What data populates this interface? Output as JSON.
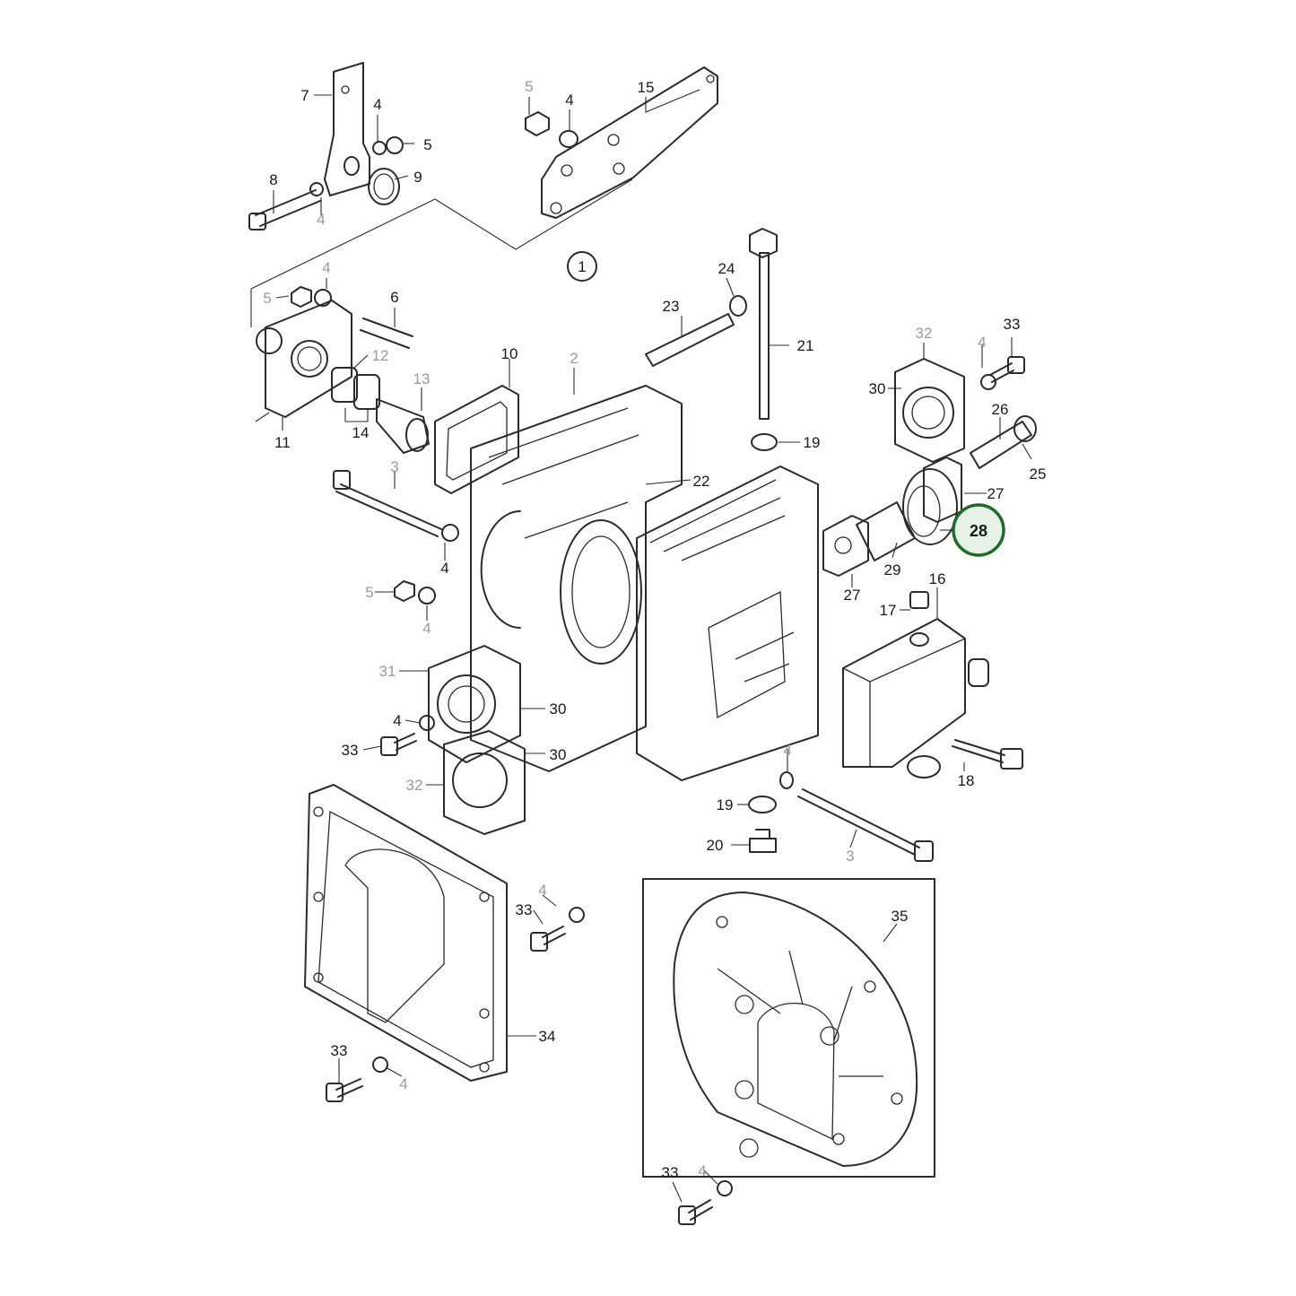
{
  "diagram": {
    "group_marker": "1",
    "highlight": {
      "label": "28",
      "color": "#1e6b2a",
      "fill": "#e6f2e6"
    },
    "labels": [
      {
        "id": "p7",
        "text": "7"
      },
      {
        "id": "p5a",
        "text": "5"
      },
      {
        "id": "p4a",
        "text": "4"
      },
      {
        "id": "p15",
        "text": "15"
      },
      {
        "id": "p4b",
        "text": "4"
      },
      {
        "id": "p5b",
        "text": "5"
      },
      {
        "id": "p8",
        "text": "8"
      },
      {
        "id": "p9",
        "text": "9"
      },
      {
        "id": "p4c",
        "text": "4"
      },
      {
        "id": "p4d",
        "text": "4"
      },
      {
        "id": "p5c",
        "text": "5"
      },
      {
        "id": "p6",
        "text": "6"
      },
      {
        "id": "p24",
        "text": "24"
      },
      {
        "id": "p23",
        "text": "23"
      },
      {
        "id": "p21",
        "text": "21"
      },
      {
        "id": "p32a",
        "text": "32"
      },
      {
        "id": "p4e",
        "text": "4"
      },
      {
        "id": "p33a",
        "text": "33"
      },
      {
        "id": "p12",
        "text": "12"
      },
      {
        "id": "p10",
        "text": "10"
      },
      {
        "id": "p2",
        "text": "2"
      },
      {
        "id": "p13",
        "text": "13"
      },
      {
        "id": "p30a",
        "text": "30"
      },
      {
        "id": "p26",
        "text": "26"
      },
      {
        "id": "p11",
        "text": "11"
      },
      {
        "id": "p14",
        "text": "14"
      },
      {
        "id": "p19a",
        "text": "19"
      },
      {
        "id": "p25",
        "text": "25"
      },
      {
        "id": "p3a",
        "text": "3"
      },
      {
        "id": "p22",
        "text": "22"
      },
      {
        "id": "p27a",
        "text": "27"
      },
      {
        "id": "p4f",
        "text": "4"
      },
      {
        "id": "p29",
        "text": "29"
      },
      {
        "id": "p5d",
        "text": "5"
      },
      {
        "id": "p27b",
        "text": "27"
      },
      {
        "id": "p16",
        "text": "16"
      },
      {
        "id": "p4g",
        "text": "4"
      },
      {
        "id": "p17",
        "text": "17"
      },
      {
        "id": "p31",
        "text": "31"
      },
      {
        "id": "p30b",
        "text": "30"
      },
      {
        "id": "p4h",
        "text": "4"
      },
      {
        "id": "p33b",
        "text": "33"
      },
      {
        "id": "p30c",
        "text": "30"
      },
      {
        "id": "p4i",
        "text": "4"
      },
      {
        "id": "p18",
        "text": "18"
      },
      {
        "id": "p32b",
        "text": "32"
      },
      {
        "id": "p19b",
        "text": "19"
      },
      {
        "id": "p20",
        "text": "20"
      },
      {
        "id": "p3b",
        "text": "3"
      },
      {
        "id": "p35",
        "text": "35"
      },
      {
        "id": "p4j",
        "text": "4"
      },
      {
        "id": "p33c",
        "text": "33"
      },
      {
        "id": "p34",
        "text": "34"
      },
      {
        "id": "p33d",
        "text": "33"
      },
      {
        "id": "p4k",
        "text": "4"
      },
      {
        "id": "p4l",
        "text": "4"
      },
      {
        "id": "p33e",
        "text": "33"
      }
    ]
  }
}
